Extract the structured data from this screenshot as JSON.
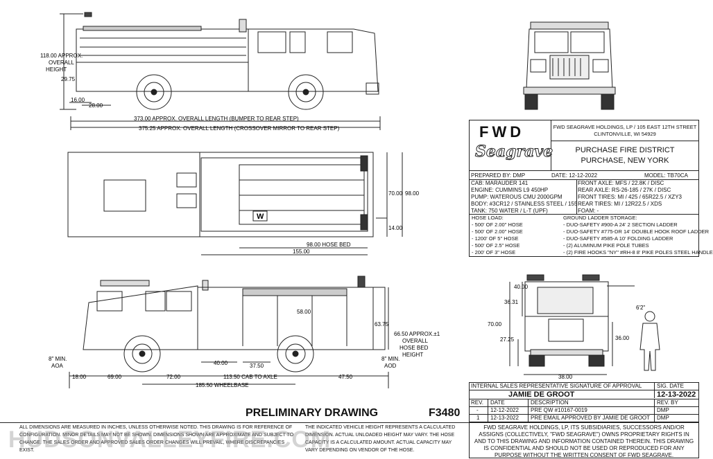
{
  "side_view_top": {
    "height_label": [
      "118.00 APPROX.",
      "OVERALL",
      "HEIGHT"
    ],
    "dim_2975": "29.75",
    "dim_1600": "16.00",
    "dim_2800": "28.00",
    "overall_length": "373.00 APPROX. OVERALL LENGTH (BUMPER TO REAR STEP)",
    "overall_length_mirror": "375.25 APPROX. OVERALL LENGTH (CROSSOVER MIRROR TO REAR STEP)"
  },
  "plan_view": {
    "dim_7000": "70.00",
    "dim_9800": "98.00",
    "dim_1400": "14.00",
    "hose_bed": "98.00 HOSE BED",
    "dim_15500": "155.00",
    "w_mark": "W"
  },
  "side_view_bottom": {
    "dim_5800": "58.00",
    "dim_6375": "63.75",
    "hose_bed_height": [
      "66.50 APPROX.±1",
      "OVERALL",
      "HOSE BED",
      "HEIGHT"
    ],
    "aoa": [
      "8\" MIN.",
      "AOA"
    ],
    "aod": [
      "8\" MIN.",
      "AOD"
    ],
    "dim_4000": "40.00",
    "dim_3750": "37.50",
    "dim_1800": "18.00",
    "dim_6900": "69.00",
    "dim_7200": "72.00",
    "cab_to_axle": "113.50 CAB TO AXLE",
    "dim_4750": "47.50",
    "wheelbase": "185.50 WHEELBASE"
  },
  "rear_view": {
    "dim_4000": "40.00",
    "dim_3631": "36.31",
    "dim_7000": "70.00",
    "dim_2725": "27.25",
    "dim_3600": "36.00",
    "dim_3800": "38.00",
    "figure_label": "6'2\""
  },
  "title_block": {
    "fwd_logo": "FWD",
    "seagrave_logo": "Seagrave",
    "company_address": [
      "FWD SEAGRAVE HOLDINGS, LP / 105 EAST 12TH STREET",
      "CLINTONVILLE, WI 54929"
    ],
    "customer": [
      "PURCHASE FIRE DISTRICT",
      "PURCHASE, NEW YORK"
    ],
    "prepared_by": "PREPARED BY: DMP",
    "date": "DATE: 12-12-2022",
    "model": "MODEL: TB70CA",
    "specs_left": [
      "CAB: MARAUDER 141",
      "ENGINE: CUMMINS L9 450HP",
      "PUMP: WATEROUS CMU 2000GPM",
      "BODY: #3CR12 / STAINLESS STEEL / 155",
      "TANK: 750 WATER / L-T (UPF)"
    ],
    "specs_right": [
      "FRONT AXLE: MFS / 22.8K / DISC",
      "REAR AXLE: RS-26-185 / 27K / DISC",
      "FRONT TIRES: MI / 425 / 65R22.5 / XZY3",
      "REAR TIRES: MI / 12R22.5 / XDS",
      "FOAM: -"
    ],
    "hose_load_title": "HOSE LOAD:",
    "hose_load": [
      "- 500' OF 2.00\" HOSE",
      "- 500' OF 2.00\" HOSE",
      "- 1200' OF 5\" HOSE",
      "- 500' OF 2.5\" HOSE",
      "- 200' OF 3\" HOSE"
    ],
    "ground_ladder_title": "GROUND LADDER STORAGE:",
    "ground_ladder": [
      "- DUO-SAFETY #900-A 24' 2 SECTION LADDER",
      "- DUO-SAFETY #775-DR 14' DOUBLE HOOK ROOF LADDER",
      "- DUO-SAFETY #585-A 10' FOLDING LADDER",
      "- (2) ALUMINUM PIKE POLE TUBES",
      "- (2) FIRE HOOKS \"NY\" #RH-8 8' PIKE POLES STEEL HANDLE"
    ]
  },
  "approval_block": {
    "sig_header": "INTERNAL SALES REPRESENTATIVE SIGNATURE OF APPROVAL",
    "sig_date_header": "SIG. DATE",
    "signature": "JAMIE DE GROOT",
    "sig_date": "12-13-2022",
    "rev_headers": [
      "REV.",
      "DATE",
      "DESCRIPTION",
      "REV. BY"
    ],
    "revisions": [
      [
        "-",
        "12-12-2022",
        "PRE QW #10167-0019",
        "DMP"
      ],
      [
        "1",
        "12-13-2022",
        "PRE EMAIL APPROVED BY JAMIE DE GROOT",
        "DMP"
      ]
    ],
    "proprietary": "FWD SEAGRAVE HOLDINGS, LP, ITS SUBSIDIARIES, SUCCESSORS AND/OR ASSIGNS (COLLECTIVELY, \"FWD SEAGRAVE\") OWNS PROPRIETARY RIGHTS IN AND TO THIS DRAWING AND INFORMATION CONTAINED THEREIN. THIS DRAWING IS CONFIDENTIAL AND SHOULD NOT BE USED OR REPRODUCED FOR ANY PURPOSE WITHOUT THE WRITTEN CONSENT OF FWD SEAGRAVE."
  },
  "footer": {
    "preliminary": "PRELIMINARY DRAWING",
    "drawing_number": "F3480",
    "note_left": "ALL DIMENSIONS ARE MEASURED IN INCHES, UNLESS OTHERWISE NOTED. THIS DRAWING IS FOR REFERENCE OF CONFIGURATION. MINOR DETAILS MAY NOT BE SHOWN. DIMENSIONS SHOWN ARE APPROXIMATE AND SUBJECT TO CHANGE. THE SALES ORDER AND APPROVED SALES ORDER CHANGES WILL PREVAIL, WHERE DISCREPANCIES EXIST.",
    "note_middle": "THE INDICATED VEHICLE HEIGHT REPRESENTS A CALCULATED DIMENSION. ACTUAL UNLOADED HEIGHT MAY VARY. THE HOSE CAPACITY IS A CALCULATED AMOUNT. ACTUAL CAPACITY MAY VARY DEPENDING ON VENDOR OF THE HOSE.",
    "watermark": "HUDSONVALLEYFIRE.COM"
  }
}
